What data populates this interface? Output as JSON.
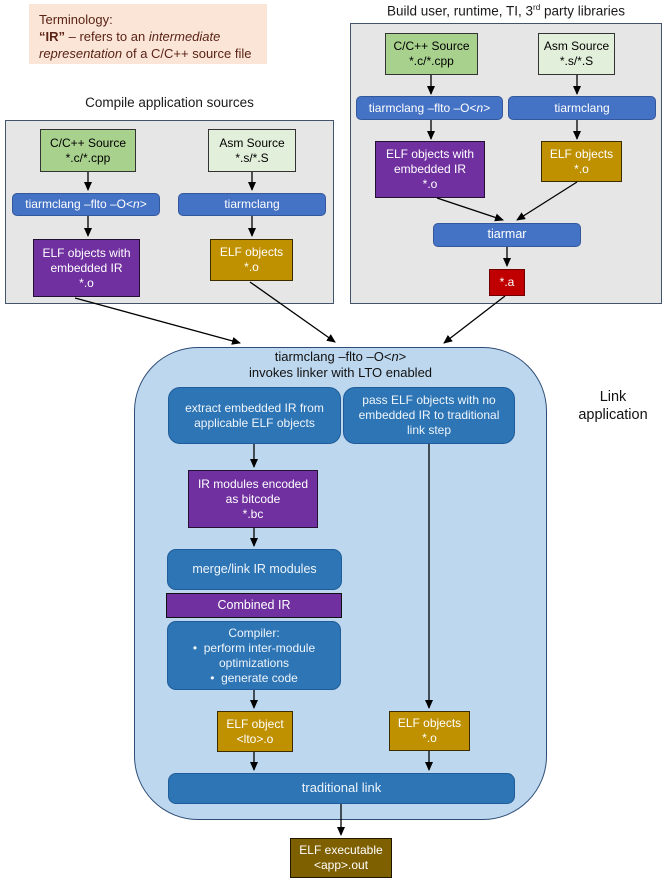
{
  "terminology": {
    "heading": "Terminology:",
    "term": "“IR”",
    "mid": " – refers to an ",
    "italic": "intermediate representation",
    "tail": " of a C/C++ source file"
  },
  "compile": {
    "title": "Compile application sources",
    "c_source": {
      "l1": "C/C++ Source",
      "l2": "*.c/*.cpp"
    },
    "asm_source": {
      "l1": "Asm Source",
      "l2": "*.s/*.S"
    },
    "cmd_flto": {
      "pre": "tiarmclang –flto –O<",
      "n": "n",
      "post": ">"
    },
    "cmd": "tiarmclang",
    "elf_ir": {
      "l1": "ELF objects with",
      "l2": "embedded IR",
      "l3": "*.o"
    },
    "elf": {
      "l1": "ELF objects",
      "l2": "*.o"
    }
  },
  "build": {
    "title_pre": "Build user, runtime, TI, 3",
    "title_sup": "rd",
    "title_post": " party libraries",
    "c_source": {
      "l1": "C/C++ Source",
      "l2": "*.c/*.cpp"
    },
    "asm_source": {
      "l1": "Asm Source",
      "l2": "*.s/*.S"
    },
    "cmd_flto": {
      "pre": "tiarmclang –flto –O<",
      "n": "n",
      "post": ">"
    },
    "cmd": "tiarmclang",
    "elf_ir": {
      "l1": "ELF objects with",
      "l2": "embedded IR",
      "l3": "*.o"
    },
    "elf": {
      "l1": "ELF objects",
      "l2": "*.o"
    },
    "tiarmar": "tiarmar",
    "archive": "*.a"
  },
  "link": {
    "side_label": {
      "l1": "Link",
      "l2": "application"
    },
    "title_cmd": {
      "pre": "tiarmclang –flto –O<",
      "n": "n",
      "post": ">"
    },
    "title_sub": "invokes linker with LTO enabled",
    "extract": "extract embedded IR from applicable ELF objects",
    "pass": "pass ELF objects with no embedded IR to traditional link step",
    "ir_modules": {
      "l1": "IR modules encoded",
      "l2": "as bitcode",
      "l3": "*.bc"
    },
    "merge": "merge/link IR modules",
    "combined": "Combined IR",
    "compiler": {
      "title": "Compiler:",
      "b1": "perform inter-module optimizations",
      "b2": "generate code"
    },
    "elf_lto": {
      "l1": "ELF object",
      "l2": "<lto>.o"
    },
    "elf_objects": {
      "l1": "ELF objects",
      "l2": "*.o"
    },
    "trad_link": "traditional link"
  },
  "output": {
    "elf_exe": {
      "l1": "ELF executable",
      "l2": "<app>.out"
    }
  },
  "colors": {
    "note_bg": "#FBE5D6",
    "note_text": "#5a2417",
    "section_bg": "#E7E6E6",
    "section_border": "#44546A",
    "green": "#A9D18E",
    "light_green": "#E2EFDA",
    "command_blue": "#4472C4",
    "purple": "#7030A0",
    "gold": "#BF9000",
    "red": "#C00000",
    "link_container": "#BDD7EE",
    "process_blue": "#2E75B6",
    "olive": "#7F6000",
    "arrow": "#000000"
  }
}
